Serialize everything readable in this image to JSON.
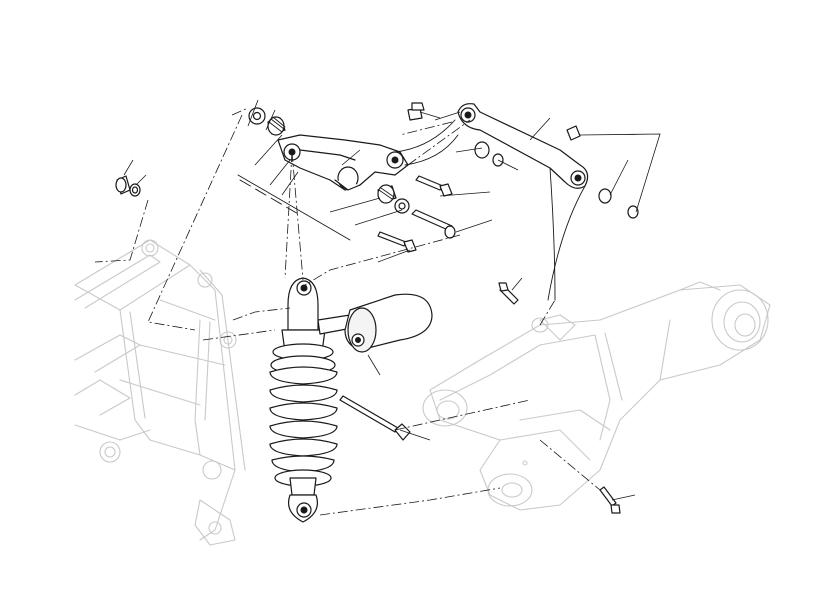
{
  "diagram": {
    "parts": [
      {
        "id": "shock-absorber",
        "icon": "coil-spring-shock-icon"
      },
      {
        "id": "rocker-link",
        "icon": "rocker-arm-icon"
      },
      {
        "id": "tie-rod",
        "icon": "connecting-rod-icon"
      },
      {
        "id": "swingarm",
        "icon": "swingarm-icon"
      },
      {
        "id": "frame",
        "icon": "trellis-frame-icon"
      },
      {
        "id": "bolts",
        "icon": "bolt-icon"
      },
      {
        "id": "nuts",
        "icon": "nut-icon"
      },
      {
        "id": "bushings",
        "icon": "bushing-icon"
      },
      {
        "id": "needle-bearings",
        "icon": "needle-bearing-icon"
      }
    ],
    "colors": {
      "line": "#1a1a1a",
      "ghost": "#c9c9c9",
      "background": "#ffffff"
    }
  }
}
